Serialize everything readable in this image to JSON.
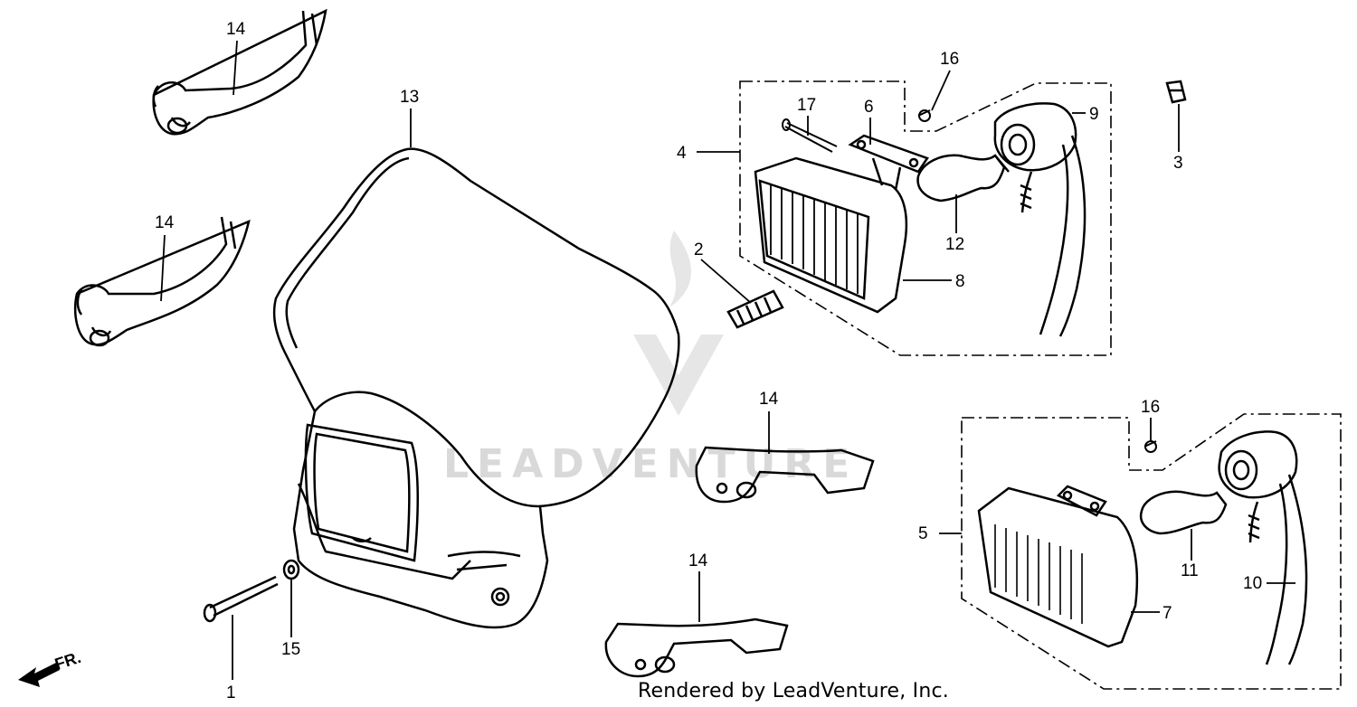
{
  "diagram": {
    "callouts": [
      "14",
      "14",
      "13",
      "17",
      "6",
      "16",
      "9",
      "4",
      "3",
      "2",
      "12",
      "8",
      "14",
      "16",
      "5",
      "11",
      "10",
      "7",
      "14",
      "1",
      "15"
    ],
    "direction_label": "FR.",
    "watermark": "LEADVENTURE",
    "footer": "Rendered by LeadVenture, Inc."
  }
}
